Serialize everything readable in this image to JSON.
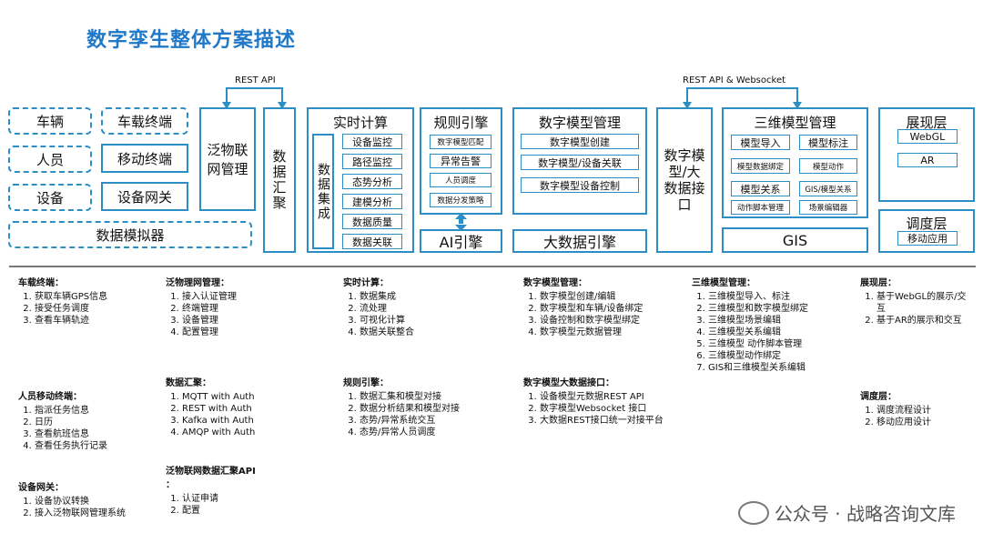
{
  "title": "数字孪生整体方案描述",
  "rest_api_left": "REST API",
  "rest_api_right": "REST API & Websocket",
  "devices": {
    "vehicle": "车辆",
    "vehicle_terminal": "车载终端",
    "person": "人员",
    "mobile_terminal": "移动终端",
    "device": "设备",
    "device_gateway": "设备网关",
    "simulator": "数据模拟器"
  },
  "iot_mgmt": "泛物联网管理",
  "data_gather": "数据汇聚",
  "realtime": {
    "title": "实时计算",
    "side": "数据集成",
    "items": [
      "设备监控",
      "路径监控",
      "态势分析",
      "建模分析",
      "数据质量",
      "数据关联"
    ]
  },
  "rules": {
    "title": "规则引擎",
    "items": [
      "数字模型匹配",
      "异常告警",
      "人员调度",
      "数据分发策略"
    ]
  },
  "ai_engine": "AI引擎",
  "dmodel": {
    "title": "数字模型管理",
    "items": [
      "数字模型创建",
      "数字模型/设备关联",
      "数字模型设备控制"
    ]
  },
  "bigdata_engine": "大数据引擎",
  "dm_api": "数字模型/大数据接口",
  "three_d": {
    "title": "三维模型管理",
    "items": [
      "模型导入",
      "模型标注",
      "模型数据绑定",
      "模型动作",
      "模型关系",
      "GIS/模型关系",
      "动作脚本管理",
      "场景编辑器"
    ]
  },
  "gis": "GIS",
  "display": {
    "title": "展现层",
    "items": [
      "WebGL",
      "AR"
    ]
  },
  "dispatch": {
    "title": "调度层",
    "items": [
      "移动应用"
    ]
  },
  "desc": {
    "vt": {
      "h": "车载终端：",
      "items": [
        "获取车辆GPS信息",
        "接受任务调度",
        "查看车辆轨迹"
      ]
    },
    "pm": {
      "h": "人员移动终端：",
      "items": [
        "指派任务信息",
        "日历",
        "查看航班信息",
        "查看任务执行记录"
      ]
    },
    "gw": {
      "h": "设备网关：",
      "items": [
        "设备协议转换",
        "接入泛物联网管理系统"
      ]
    },
    "iot": {
      "h": "泛物理网管理：",
      "items": [
        "接入认证管理",
        "终端管理",
        "设备管理",
        "配置管理"
      ]
    },
    "gather": {
      "h": "数据汇聚：",
      "items": [
        "MQTT with Auth",
        "REST with Auth",
        "Kafka with Auth",
        "AMQP with Auth"
      ]
    },
    "iotapi": {
      "h": "泛物联网数据汇聚API",
      "h2": "：",
      "items": [
        "认证申请",
        "配置"
      ]
    },
    "rt": {
      "h": "实时计算：",
      "items": [
        "数据集成",
        "流处理",
        "可视化计算",
        "数据关联整合"
      ]
    },
    "rule": {
      "h": "规则引擎：",
      "items": [
        "数据汇集和模型对接",
        "数据分析结果和模型对接",
        "态势/异常系统交互",
        "态势/异常人员调度"
      ]
    },
    "dm": {
      "h": "数字模型管理：",
      "items": [
        "数字模型创建/编辑",
        "数字模型和车辆/设备绑定",
        "设备控制和数字模型绑定",
        "数字模型元数据管理"
      ]
    },
    "dmapi": {
      "h": "数字模型大数据接口：",
      "items": [
        "设备模型元数据REST API",
        "数字模型Websocket 接口",
        "大数据REST接口统一对接平台"
      ]
    },
    "td": {
      "h": "三维模型管理：",
      "items": [
        "三维模型导入、标注",
        "三维模型和数字模型绑定",
        "三维模型场景编辑",
        "三维模型关系编辑",
        "三维模型 动作脚本管理",
        "三维模型动作绑定",
        "GIS和三维模型关系编辑"
      ]
    },
    "show": {
      "h": "展现层：",
      "items": [
        "基于WebGL的展示/交互",
        "基于AR的展示和交互"
      ]
    },
    "sched": {
      "h": "调度层：",
      "items": [
        "调度流程设计",
        "移动应用设计"
      ]
    }
  },
  "watermark": "公众号 · 战略咨询文库",
  "colors": {
    "accent": "#2b8fc6",
    "title": "#1f78c8"
  }
}
